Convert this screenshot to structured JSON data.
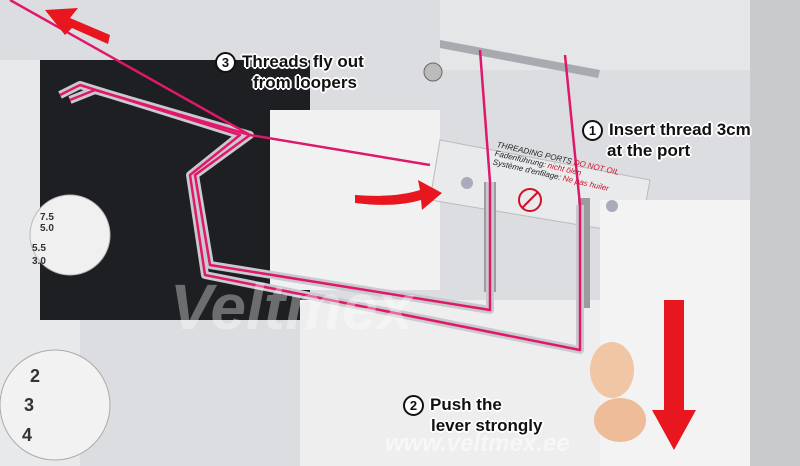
{
  "annotations": {
    "step3": {
      "number": "3",
      "line1": "Threads fly out",
      "line2": "from loopers"
    },
    "step1": {
      "number": "1",
      "line1": "Insert thread 3cm",
      "line2": "at the port"
    },
    "step2": {
      "number": "2",
      "line1": "Push the",
      "line2": "lever strongly"
    }
  },
  "machine_label": {
    "title": "THREADING PORTS",
    "title_warn": "DO NOT OIL",
    "de": "Fadenführung:",
    "de_warn": "nicht ölen",
    "fr": "Système d'enfilage:",
    "fr_warn": "Ne pas huiler"
  },
  "upper_dial": [
    "7.5",
    "5.0",
    "5.5",
    "3.0"
  ],
  "lower_dial": [
    "2",
    "3",
    "4"
  ],
  "watermark": {
    "brand": "Veltmex",
    "url": "www.veltmex.ee"
  },
  "colors": {
    "thread": "#e0186c",
    "arrow": "#e8161e"
  }
}
